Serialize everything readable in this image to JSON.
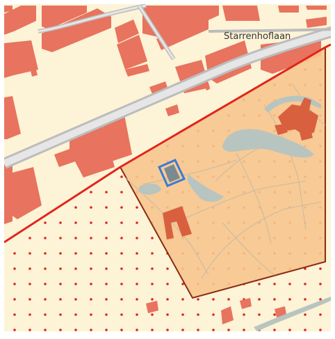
{
  "map": {
    "street_label": "Starrenhoflaan",
    "colors": {
      "background": "#fdf3d6",
      "building": "#e8735e",
      "building_dark": "#d9603f",
      "road_outline": "#bcbcbc",
      "road_fill": "#e6e6e6",
      "boundary": "#e1241d",
      "plan_area_fill": "#f6c58f",
      "plan_area_border": "#8a2a12",
      "water": "#b8c4bf",
      "dots": "#e1241d",
      "selection": "#3a7bd5",
      "path": "#c9b9a3"
    },
    "legend_icons": [
      "boundary-line",
      "dot-pattern",
      "plan-area",
      "selection-marker"
    ]
  }
}
